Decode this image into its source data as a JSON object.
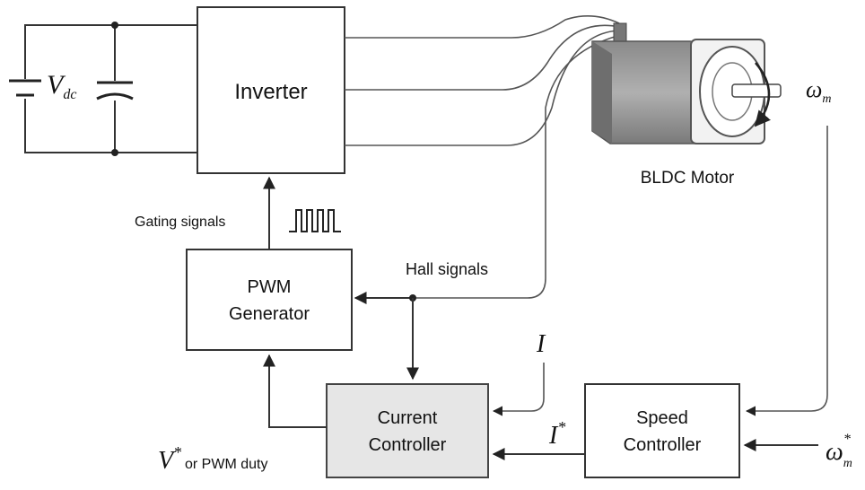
{
  "blocks": {
    "inverter": "Inverter",
    "pwm_line1": "PWM",
    "pwm_line2": "Generator",
    "current_line1": "Current",
    "current_line2": "Controller",
    "speed_line1": "Speed",
    "speed_line2": "Controller"
  },
  "labels": {
    "vdc_main": "V",
    "vdc_sub": "dc",
    "motor": "BLDC Motor",
    "gating": "Gating signals",
    "hall": "Hall signals",
    "current_fb": "I",
    "current_ref": "I",
    "current_ref_star": "*",
    "omega_m": "ω",
    "omega_m_sub": "m",
    "omega_ref": "ω",
    "omega_ref_sub": "m",
    "omega_ref_star": "*",
    "v_ref": "V",
    "v_ref_star": "*",
    "v_ref_rest": "or PWM duty"
  },
  "colors": {
    "line": "#333333",
    "current_fill": "#e6e6e6",
    "motor_body": "#9a9a9a",
    "motor_dark": "#6e6e6e"
  }
}
